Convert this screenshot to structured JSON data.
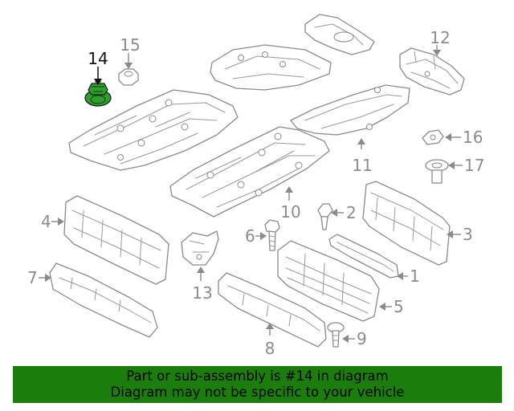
{
  "diagram": {
    "highlighted_part": "14",
    "callouts": [
      "1",
      "2",
      "3",
      "4",
      "5",
      "6",
      "7",
      "8",
      "9",
      "10",
      "11",
      "12",
      "13",
      "14",
      "15",
      "16",
      "17"
    ]
  },
  "banner": {
    "line1": "Part or sub-assembly is #14 in diagram",
    "line2": "Diagram may not be specific to your vehicle",
    "background": "#1b7d0b"
  },
  "colors": {
    "highlight_part": "#2e9e2e",
    "line_art": "#8a8a8a"
  }
}
